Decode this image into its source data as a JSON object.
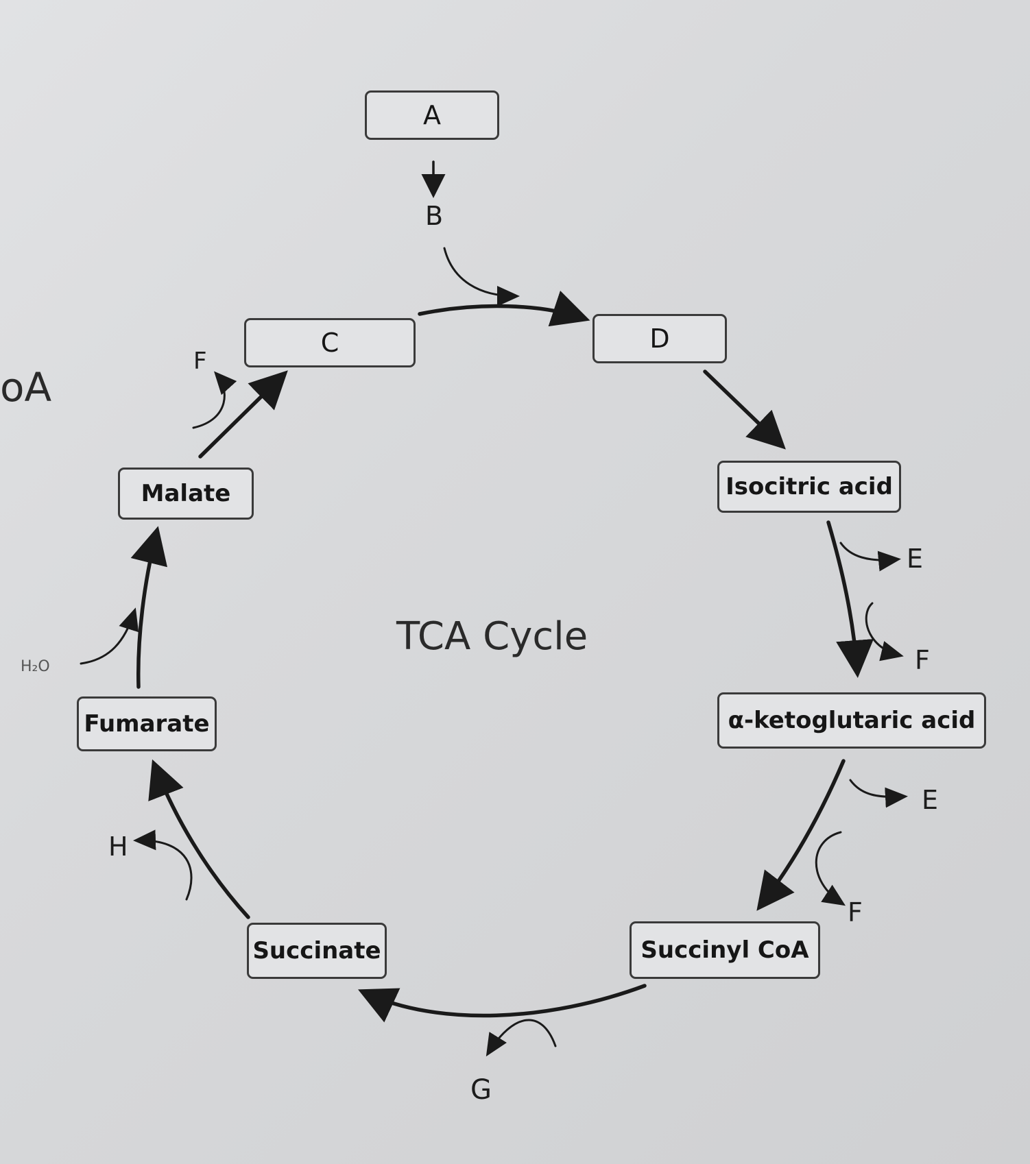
{
  "diagram": {
    "title": "TCA Cycle",
    "nodes": {
      "a": "A",
      "c": "C",
      "d": "D",
      "isocitric": "Isocitric acid",
      "akg": "α-ketoglutaric acid",
      "succinyl": "Succinyl CoA",
      "succinate": "Succinate",
      "fumarate": "Fumarate",
      "malate": "Malate"
    },
    "labels": {
      "b": "B",
      "f_malate": "F",
      "e1": "E",
      "f1": "F",
      "e2": "E",
      "f2": "F",
      "g": "G",
      "h": "H",
      "water": "H₂O",
      "edge_fragment": "oA"
    }
  }
}
